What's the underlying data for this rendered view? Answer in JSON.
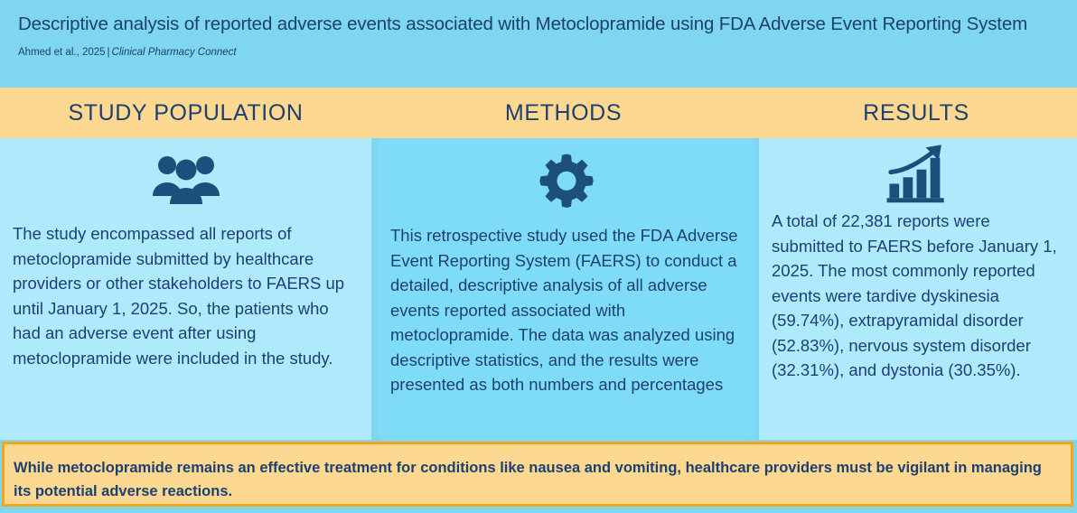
{
  "header": {
    "title": "Descriptive analysis of reported adverse events associated with Metoclopramide using FDA Adverse Event Reporting System",
    "authors": "Ahmed et al., 2025",
    "separator": "|",
    "journal": "Clinical Pharmacy Connect"
  },
  "columns": [
    {
      "label": "STUDY POPULATION",
      "icon": "group-people-icon"
    },
    {
      "label": "METHODS",
      "icon": "gear-icon"
    },
    {
      "label": "RESULTS",
      "icon": "bar-chart-growth-icon"
    }
  ],
  "cards": [
    {
      "icon": "group-people-icon",
      "body": "The study encompassed all reports of metoclopramide submitted by healthcare providers or other stakeholders to FAERS up until January 1, 2025. So, the patients who had an adverse event after using metoclopramide were included in the study."
    },
    {
      "icon": "gear-icon",
      "body": "This retrospective study used the FDA Adverse Event Reporting System (FAERS) to conduct a detailed, descriptive analysis of all adverse events reported associated with metoclopramide. The data was analyzed using descriptive statistics, and the results were presented as both numbers and percentages"
    },
    {
      "icon": "bar-chart-growth-icon",
      "body": "A total of 22,381 reports were submitted to FAERS before January 1, 2025. The most commonly reported events were tardive dyskinesia (59.74%), extrapyramidal disorder (52.83%), nervous system disorder (32.31%), and dystonia (30.35%)."
    }
  ],
  "conclusion": {
    "text": "While metoclopramide remains an effective treatment for conditions like nausea and vomiting, healthcare providers must be vigilant in managing its potential adverse reactions."
  },
  "key_figures": {
    "total_reports": "22,381",
    "cutoff_date": "January 1, 2025",
    "tardive_dyskinesia_pct": "59.74%",
    "extrapyramidal_disorder_pct": "52.83%",
    "nervous_system_disorder_pct": "32.31%",
    "dystonia_pct": "30.35%"
  },
  "colors": {
    "page_background": "#7ed6ef",
    "band_orange": "#fcd890",
    "border_orange": "#f7a41c",
    "card_light_blue": "#aeeafc",
    "card_mid_blue": "#7fdcf8",
    "text_navy": "#1d3f71"
  }
}
